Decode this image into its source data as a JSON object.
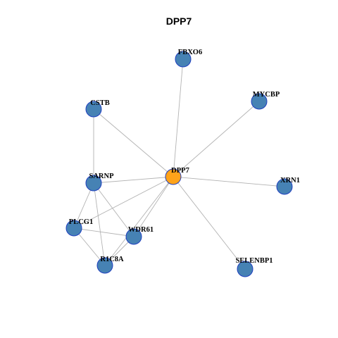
{
  "title": "DPP7",
  "colors": {
    "hub": "#ffa31a",
    "node": "#4682b4",
    "node_border": "#1f3fbf",
    "edge": "#b3b3b3"
  },
  "nodes": [
    {
      "id": "DPP7",
      "label": "DPP7",
      "hub": true
    },
    {
      "id": "FBXO6",
      "label": "FBXO6"
    },
    {
      "id": "MYCBP",
      "label": "MYCBP"
    },
    {
      "id": "CSTB",
      "label": "CSTB"
    },
    {
      "id": "SARNP",
      "label": "SARNP"
    },
    {
      "id": "XRN1",
      "label": "XRN1"
    },
    {
      "id": "PLCG1",
      "label": "PLCG1"
    },
    {
      "id": "WDR61",
      "label": "WDR61"
    },
    {
      "id": "R1C8A",
      "label": "R1C8A"
    },
    {
      "id": "SELENBP1",
      "label": "SELENBP1"
    }
  ],
  "edges": [
    [
      "DPP7",
      "FBXO6"
    ],
    [
      "DPP7",
      "MYCBP"
    ],
    [
      "DPP7",
      "CSTB"
    ],
    [
      "DPP7",
      "SARNP"
    ],
    [
      "DPP7",
      "XRN1"
    ],
    [
      "DPP7",
      "PLCG1"
    ],
    [
      "DPP7",
      "WDR61"
    ],
    [
      "DPP7",
      "R1C8A"
    ],
    [
      "DPP7",
      "SELENBP1"
    ],
    [
      "CSTB",
      "SARNP"
    ],
    [
      "SARNP",
      "PLCG1"
    ],
    [
      "SARNP",
      "WDR61"
    ],
    [
      "SARNP",
      "R1C8A"
    ],
    [
      "PLCG1",
      "WDR61"
    ],
    [
      "PLCG1",
      "R1C8A"
    ],
    [
      "WDR61",
      "R1C8A"
    ]
  ]
}
